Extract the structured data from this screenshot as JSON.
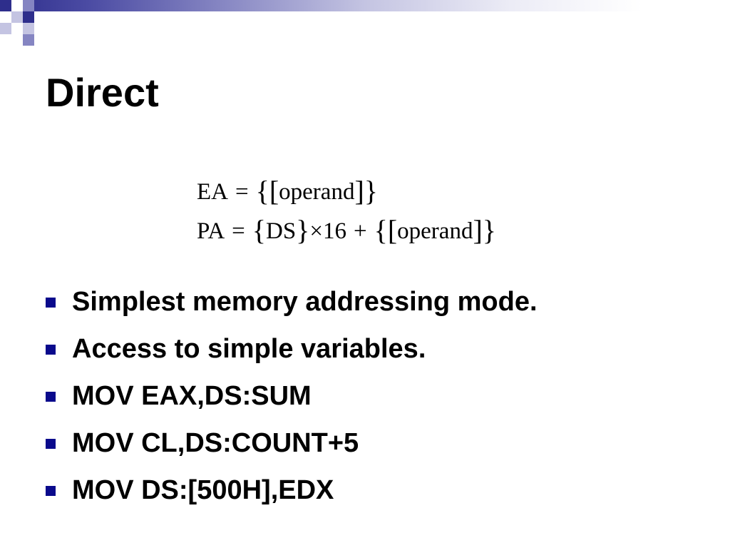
{
  "slide": {
    "title": "Direct",
    "formula": {
      "line1": {
        "lhs": "EA",
        "eq": "=",
        "open_brace": "{",
        "open_bracket": "[",
        "operand": "operand",
        "close_bracket": "]",
        "close_brace": "}"
      },
      "line2": {
        "lhs": "PA",
        "eq": "=",
        "open_brace1": "{",
        "reg": "DS",
        "close_brace1": "}",
        "times": "×",
        "multiplier": "16",
        "plus": "+",
        "open_brace2": "{",
        "open_bracket": "[",
        "operand": "operand",
        "close_bracket": "]",
        "close_brace2": "}"
      }
    },
    "bullets": [
      "Simplest memory addressing mode.",
      "Access to simple variables.",
      "MOV EAX,DS:SUM",
      "MOV CL,DS:COUNT+5",
      "MOV DS:[500H],EDX"
    ]
  },
  "theme": {
    "bullet_color": "#0a0a8c",
    "band_dark": "#2e2e8c",
    "band_light": "#ffffff",
    "checker_dark": "#2e2e8c",
    "checker_mid": "#8585c2",
    "checker_light": "#c4c4e2"
  }
}
